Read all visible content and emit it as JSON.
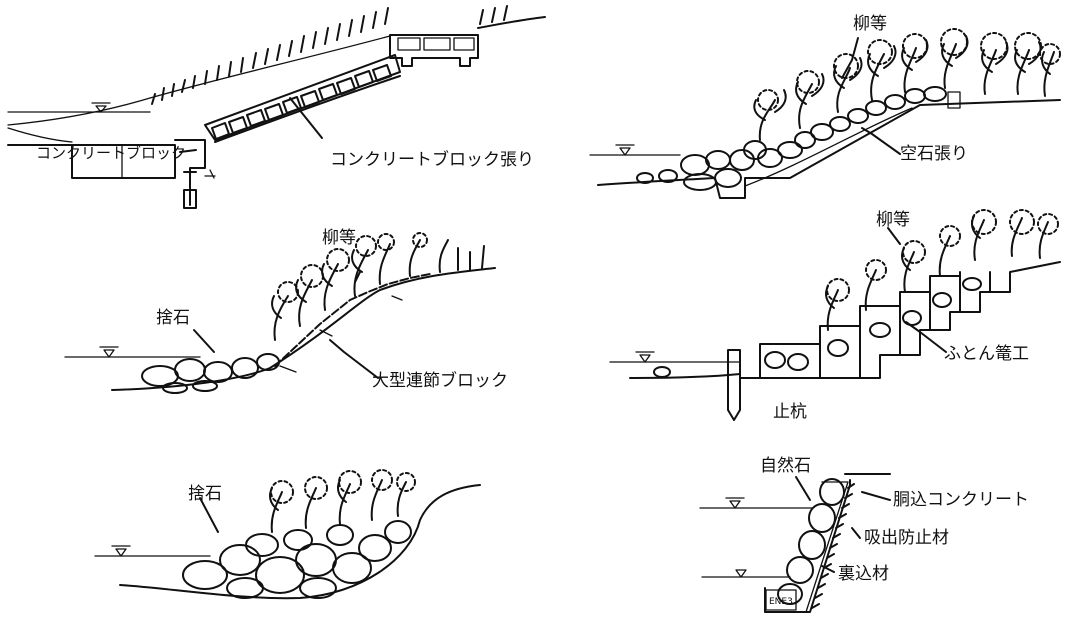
{
  "panels": {
    "concrete_block": {
      "label_block": "コンクリートブロック",
      "label_lining": "コンクリートブロック張り"
    },
    "dry_stone": {
      "label_willow": "柳等",
      "label_dry_stone": "空石張り"
    },
    "articulated_block": {
      "label_willow": "柳等",
      "label_riprap": "捨石",
      "label_block": "大型連節ブロック"
    },
    "gabion": {
      "label_willow": "柳等",
      "label_gabion": "ふとん篭工",
      "label_pile": "止杭"
    },
    "riprap": {
      "label_riprap": "捨石"
    },
    "masonry": {
      "label_stone": "自然石",
      "label_backfill_concrete": "胴込コンクリート",
      "label_filter": "吸出防止材",
      "label_backing": "裏込材"
    }
  }
}
